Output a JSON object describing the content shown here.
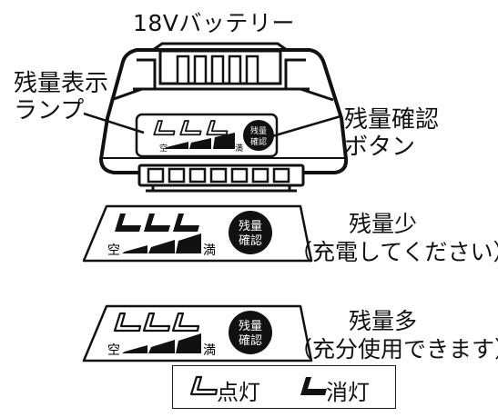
{
  "title": "18Vバッテリー",
  "callouts": {
    "lamp": [
      "残量表示",
      "ランプ"
    ],
    "button": [
      "残量確認",
      "ボタン"
    ]
  },
  "button_label": [
    "残量",
    "確認"
  ],
  "scale": {
    "empty": "空",
    "full": "満"
  },
  "states": [
    {
      "lines": [
        "残量少",
        "（充電してください）"
      ],
      "lamps": [
        "on",
        "on",
        "on"
      ]
    },
    {
      "lines": [
        "残量多",
        "（充分使用できます）"
      ],
      "lamps": [
        "off",
        "off",
        "off"
      ]
    }
  ],
  "legend": {
    "off_label": "点灯",
    "on_label": "消灯"
  }
}
